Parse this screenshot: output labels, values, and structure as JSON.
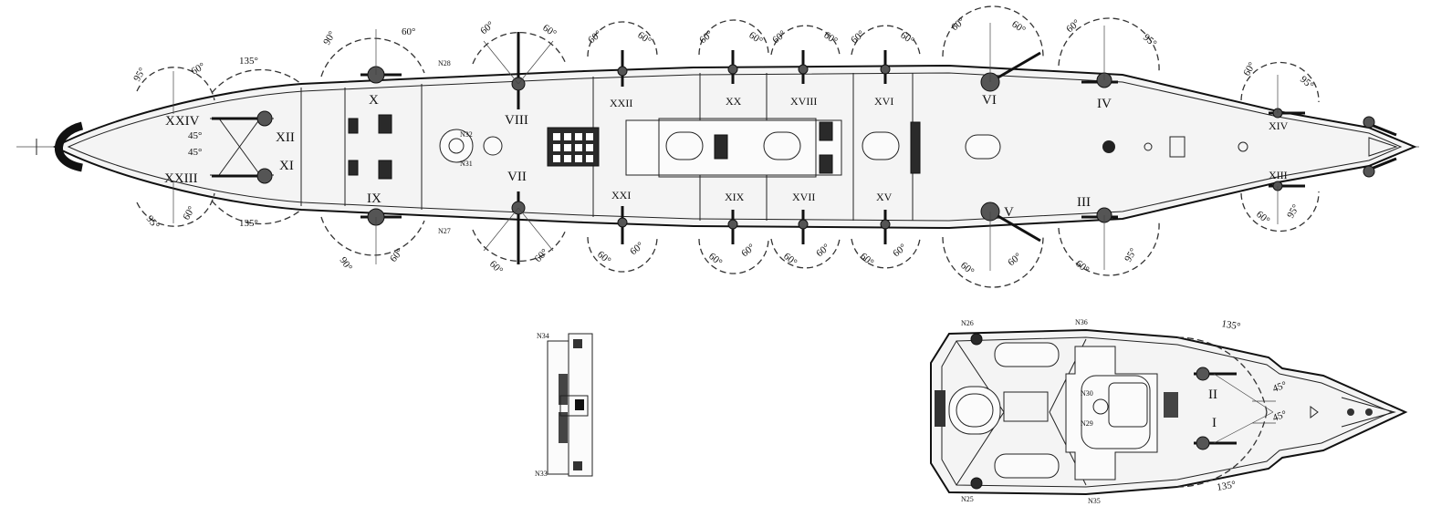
{
  "gun_labels": {
    "I": "I",
    "II": "II",
    "III": "III",
    "IV": "IV",
    "V": "V",
    "VI": "VI",
    "VII": "VII",
    "VIII": "VIII",
    "IX": "IX",
    "X": "X",
    "XI": "XI",
    "XII": "XII",
    "XIII": "XIII",
    "XIV": "XIV",
    "XV": "XV",
    "XVI": "XVI",
    "XVII": "XVII",
    "XVIII": "XVIII",
    "XIX": "XIX",
    "XX": "XX",
    "XXI": "XXI",
    "XXII": "XXII",
    "XXIII": "XXIII",
    "XXIV": "XXIV"
  },
  "sector_angles": {
    "a45": "45°",
    "a60": "60°",
    "a90": "90°",
    "a95": "95°",
    "a135": "135°"
  },
  "reference_marks": {
    "n25": "N25",
    "n26": "N26",
    "n27": "N27",
    "n28": "N28",
    "n29": "N29",
    "n30": "N30",
    "n31": "N31",
    "n32": "N32",
    "n33": "N33",
    "n34": "N34",
    "n35": "N35",
    "n36": "N36"
  },
  "colors": {
    "ink": "#111111",
    "paper": "#ffffff",
    "fill": "#f4f4f4"
  }
}
